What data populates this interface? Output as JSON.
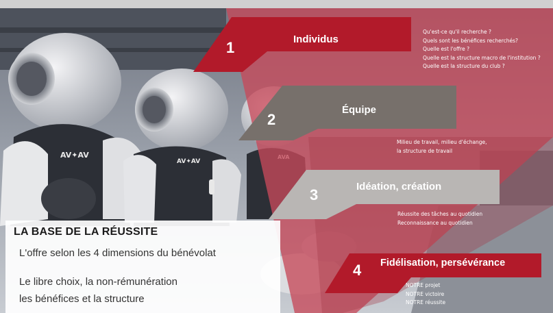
{
  "slide": {
    "colors": {
      "red": "#b21a2a",
      "gray": "#77706b",
      "light_gray": "#b9b6b4",
      "triangle": "#c7495a"
    },
    "steps": [
      {
        "number": "1",
        "title": "Individus",
        "notes": [
          "Qu'est-ce qu'il recherche ?",
          "Quels sont les bénéfices recherchés?",
          "Quelle est l'offre ?",
          "Quelle est la structure macro de l'institution ?",
          "Quelle est la structure du club ?"
        ]
      },
      {
        "number": "2",
        "title": "Équipe",
        "notes": [
          "Milieu de travail, milieu d'échange,",
          "la structure de travail"
        ]
      },
      {
        "number": "3",
        "title": "Idéation, création",
        "notes": [
          "Réussite des tâches au quotidien",
          "Reconnaissance au quotidien"
        ]
      },
      {
        "number": "4",
        "title": "Fidélisation, persévérance",
        "notes": [
          "NOTRE projet",
          "NOTRE victoire",
          "NOTRE réussite"
        ]
      }
    ],
    "panel": {
      "title": "LA BASE DE LA RÉUSSITE",
      "lines": [
        "L'offre selon les 4 dimensions du bénévolat",
        "Le libre choix, la non-rémunération",
        "les bénéfices et la structure"
      ]
    }
  }
}
